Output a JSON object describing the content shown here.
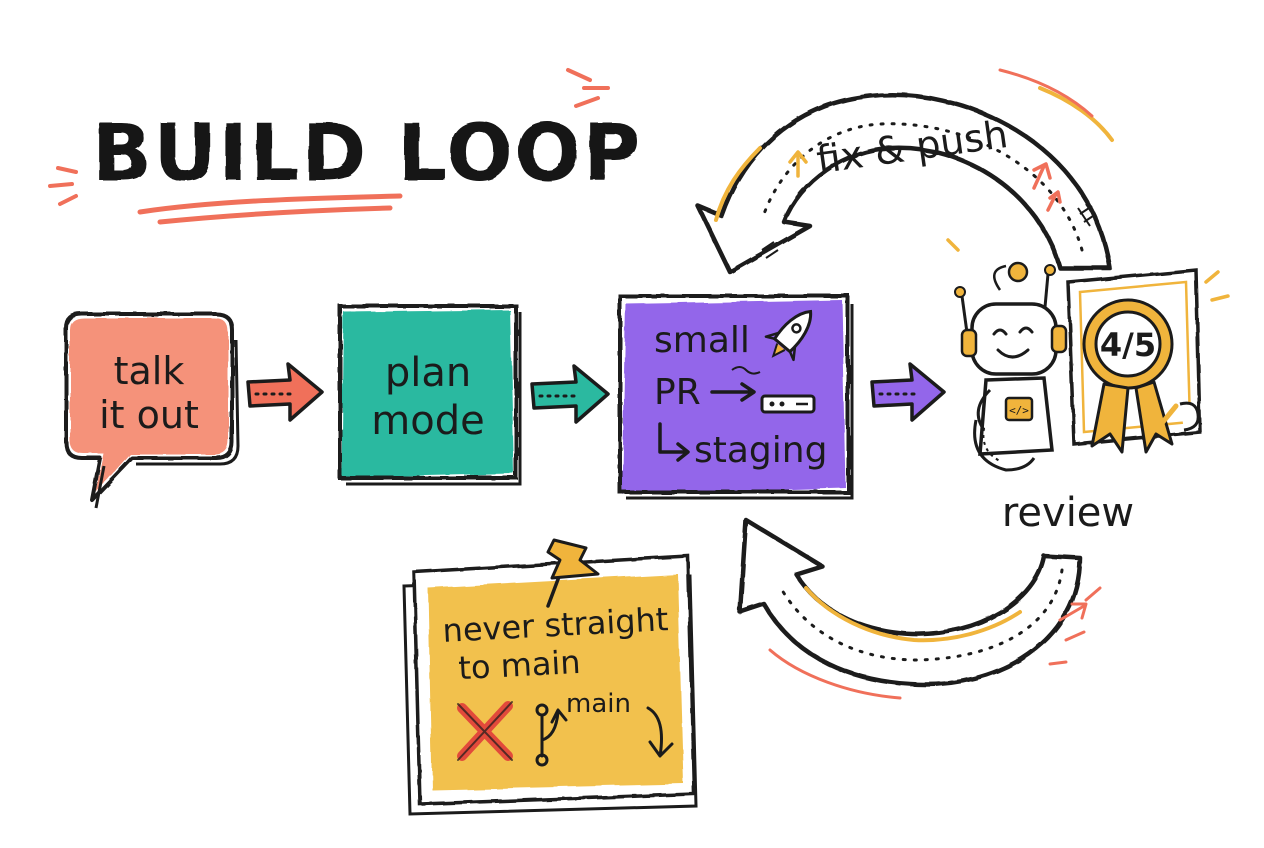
{
  "title": "BUILD LOOP",
  "steps": {
    "talk": {
      "line1": "talk",
      "line2": "it out",
      "color": "#f4876c"
    },
    "plan": {
      "line1": "plan",
      "line2": "mode",
      "color": "#2bb9a0"
    },
    "pr": {
      "line1": "small",
      "line2": "PR",
      "line3": "staging",
      "color": "#9366ea"
    },
    "review": {
      "label": "review",
      "score": "4/5",
      "badge_color": "#f0b43c"
    }
  },
  "loop": {
    "label": "fix & push"
  },
  "note": {
    "line1": "never straight",
    "line2": "to main",
    "branch_label": "main",
    "color": "#f2c14e"
  },
  "colors": {
    "ink": "#1b1b1b",
    "coral": "#f0705a",
    "teal": "#2bb9a0",
    "purple": "#9366ea",
    "yellow": "#f2c14e",
    "red": "#e24a3b"
  }
}
